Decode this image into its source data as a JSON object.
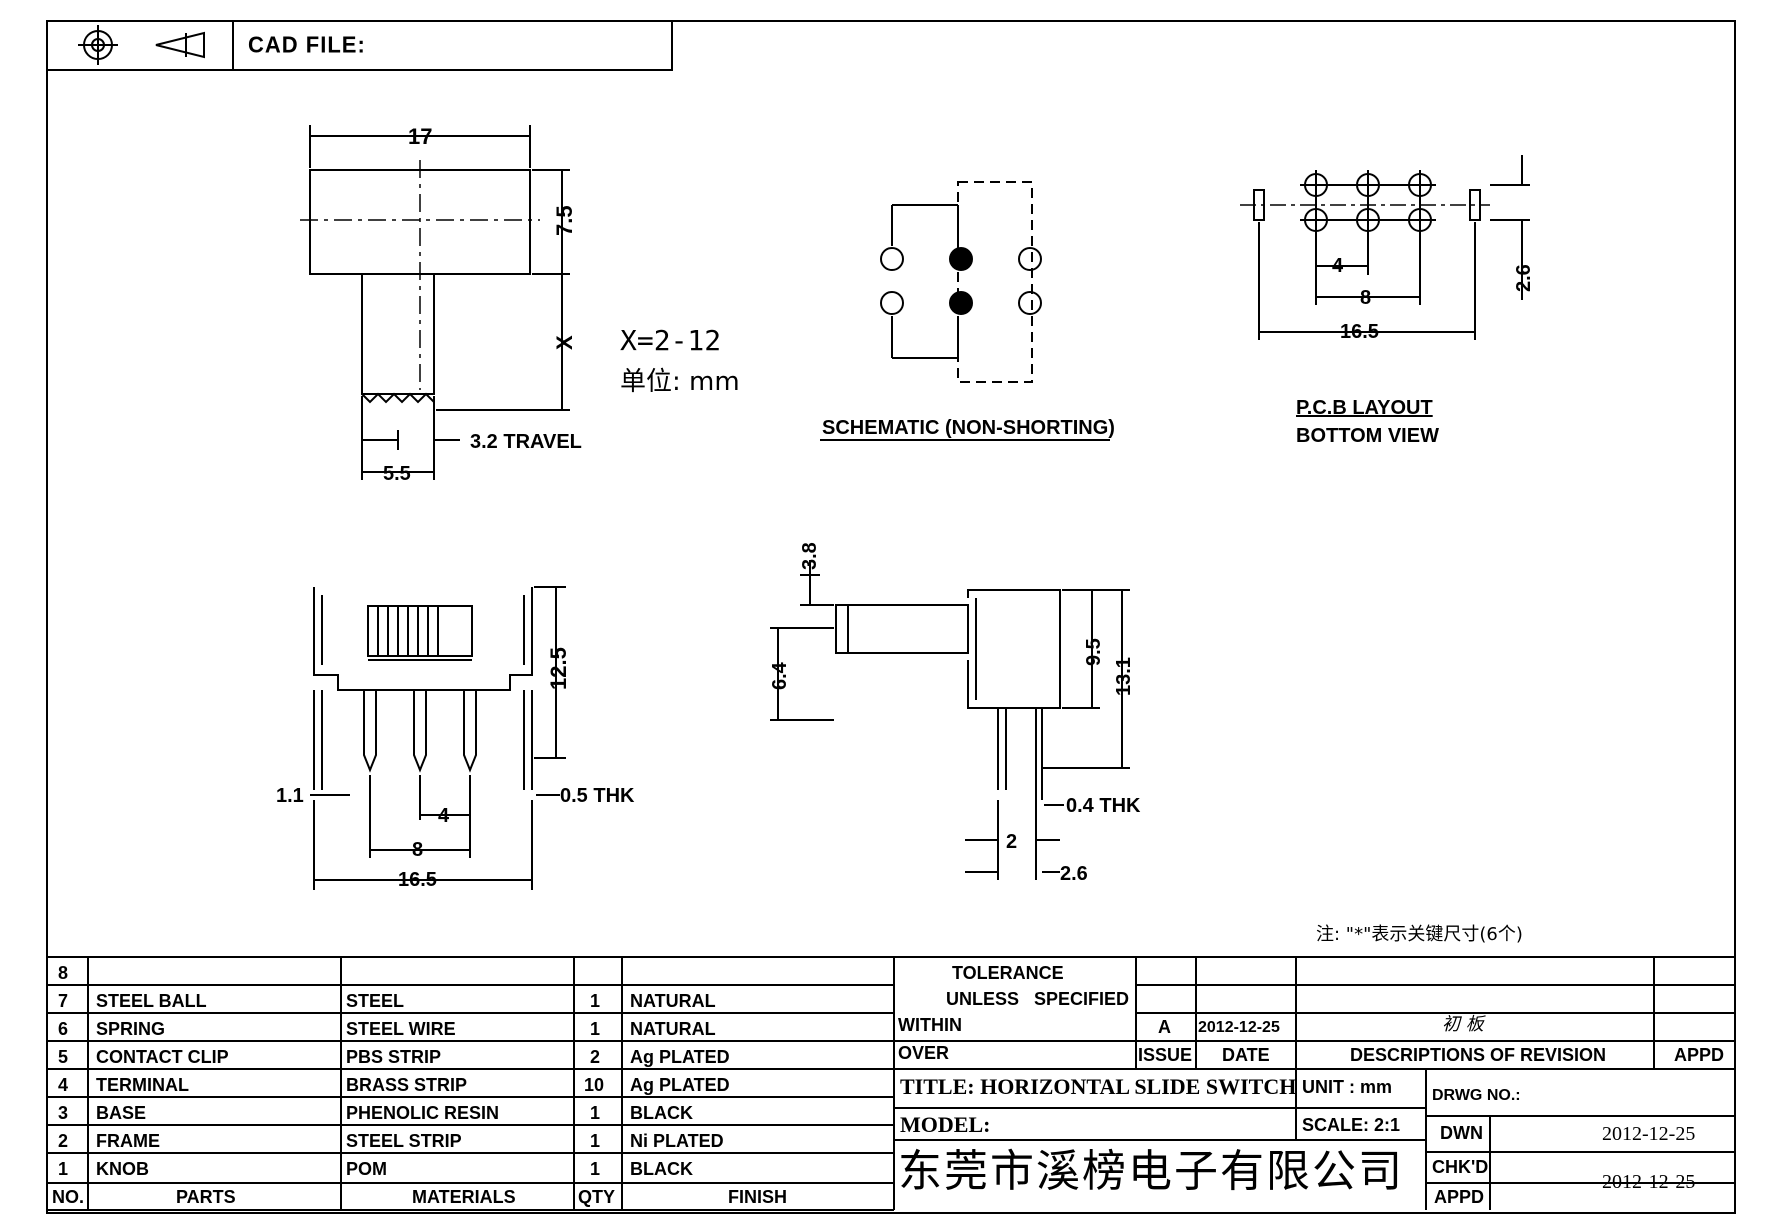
{
  "header": {
    "cad_label": "CAD FILE:"
  },
  "drawing": {
    "top_width": "17",
    "top_height": "7.5",
    "stem_length": "X",
    "travel": "3.2 TRAVEL",
    "stem_width": "5.5",
    "x_range": "X=2-12",
    "unit_cn": "单位: mm",
    "schematic_label": "SCHEMATIC (NON-SHORTING)",
    "pcb_pitch_4": "4",
    "pcb_pitch_8": "8",
    "pcb_width": "16.5",
    "pcb_row": "2.6",
    "pcb_title_1": "P.C.B LAYOUT",
    "pcb_title_2": "BOTTOM VIEW",
    "front_height": "12.5",
    "front_edge": "1.1",
    "front_thk": "0.5 THK",
    "front_pitch_4": "4",
    "front_pitch_8": "8",
    "front_width": "16.5",
    "side_knob_top": "3.8",
    "side_knob_h": "6.4",
    "side_body": "9.5",
    "side_total": "13.1",
    "side_thk": "0.4 THK",
    "side_pin": "2",
    "side_offset": "2.6",
    "note_cn": "注: \"*\"表示关键尺寸(6个)"
  },
  "bom": {
    "rows": [
      {
        "no": "8",
        "part": "",
        "material": "",
        "qty": "",
        "finish": ""
      },
      {
        "no": "7",
        "part": "STEEL BALL",
        "material": "STEEL",
        "qty": "1",
        "finish": "NATURAL"
      },
      {
        "no": "6",
        "part": "SPRING",
        "material": "STEEL WIRE",
        "qty": "1",
        "finish": "NATURAL"
      },
      {
        "no": "5",
        "part": "CONTACT CLIP",
        "material": "PBS STRIP",
        "qty": "2",
        "finish": "Ag PLATED"
      },
      {
        "no": "4",
        "part": "TERMINAL",
        "material": "BRASS STRIP",
        "qty": "10",
        "finish": "Ag PLATED"
      },
      {
        "no": "3",
        "part": "BASE",
        "material": "PHENOLIC RESIN",
        "qty": "1",
        "finish": "BLACK"
      },
      {
        "no": "2",
        "part": "FRAME",
        "material": "STEEL STRIP",
        "qty": "1",
        "finish": "Ni PLATED"
      },
      {
        "no": "1",
        "part": "KNOB",
        "material": "POM",
        "qty": "1",
        "finish": "BLACK"
      }
    ],
    "headers": {
      "no": "NO.",
      "part": "PARTS",
      "material": "MATERIALS",
      "qty": "QTY",
      "finish": "FINISH"
    }
  },
  "titleblock": {
    "tolerance_1": "TOLERANCE",
    "tolerance_2": "UNLESS SPECIFIED",
    "within": "WITHIN",
    "over": "OVER",
    "issue_val": "A",
    "issue_date": "2012-12-25",
    "issue_label": "ISSUE",
    "date_label": "DATE",
    "revision_cn": "初 板",
    "revision_label": "DESCRIPTIONS OF REVISION",
    "appd_label": "APPD",
    "title": "TITLE: HORIZONTAL SLIDE SWITCH",
    "unit": "UNIT : mm",
    "drwg_no": "DRWG NO.:",
    "model": "MODEL:",
    "scale": "SCALE: 2:1",
    "dwn": "DWN",
    "dwn_date": "2012-12-25",
    "chkd": "CHK'D",
    "appd": "APPD",
    "chk_date": "2012-12-25",
    "company": "东莞市溪榜电子有限公司"
  }
}
